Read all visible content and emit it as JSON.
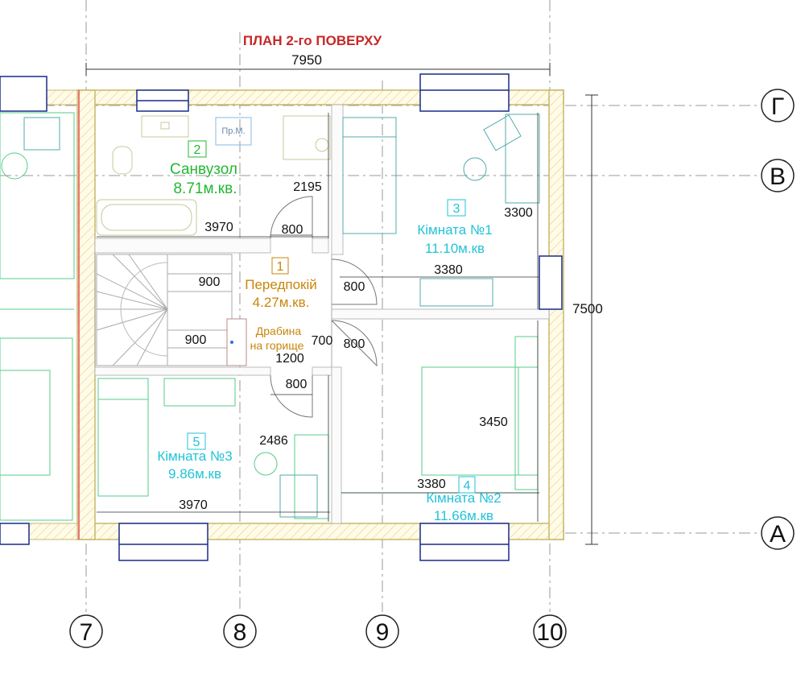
{
  "title": "ПЛАН 2-го ПОВЕРХУ",
  "overall": {
    "width": "7950",
    "height": "7500"
  },
  "axes": {
    "vertical": [
      "7",
      "8",
      "9",
      "10"
    ],
    "horizontal": [
      "Г",
      "В",
      "А"
    ]
  },
  "rooms": [
    {
      "num": "1",
      "name": "Передпокій",
      "area": "4.27м.кв.",
      "color": "#c8860a"
    },
    {
      "num": "2",
      "name": "Санвузол",
      "area": "8.71м.кв.",
      "color": "#22b832"
    },
    {
      "num": "3",
      "name": "Кімната №1",
      "area": "11.10м.кв",
      "color": "#22c3d8"
    },
    {
      "num": "4",
      "name": "Кімната №2",
      "area": "11.66м.кв",
      "color": "#22c3d8"
    },
    {
      "num": "5",
      "name": "Кімната №3",
      "area": "9.86м.кв",
      "color": "#22c3d8"
    }
  ],
  "stairs": {
    "line1": "Драбина",
    "line2": "на горище"
  },
  "fixture_label": "Пр.М.",
  "dims": {
    "d_2195": "2195",
    "d_3970_top": "3970",
    "d_800_bath": "800",
    "d_3300": "3300",
    "d_3380_r1": "3380",
    "d_900_a": "900",
    "d_800_hall": "800",
    "d_900_b": "900",
    "d_700": "700",
    "d_800_r2door": "800",
    "d_1200": "1200",
    "d_800_r3door": "800",
    "d_2486": "2486",
    "d_3970_bottom": "3970",
    "d_3450": "3450",
    "d_3380_r2": "3380"
  }
}
